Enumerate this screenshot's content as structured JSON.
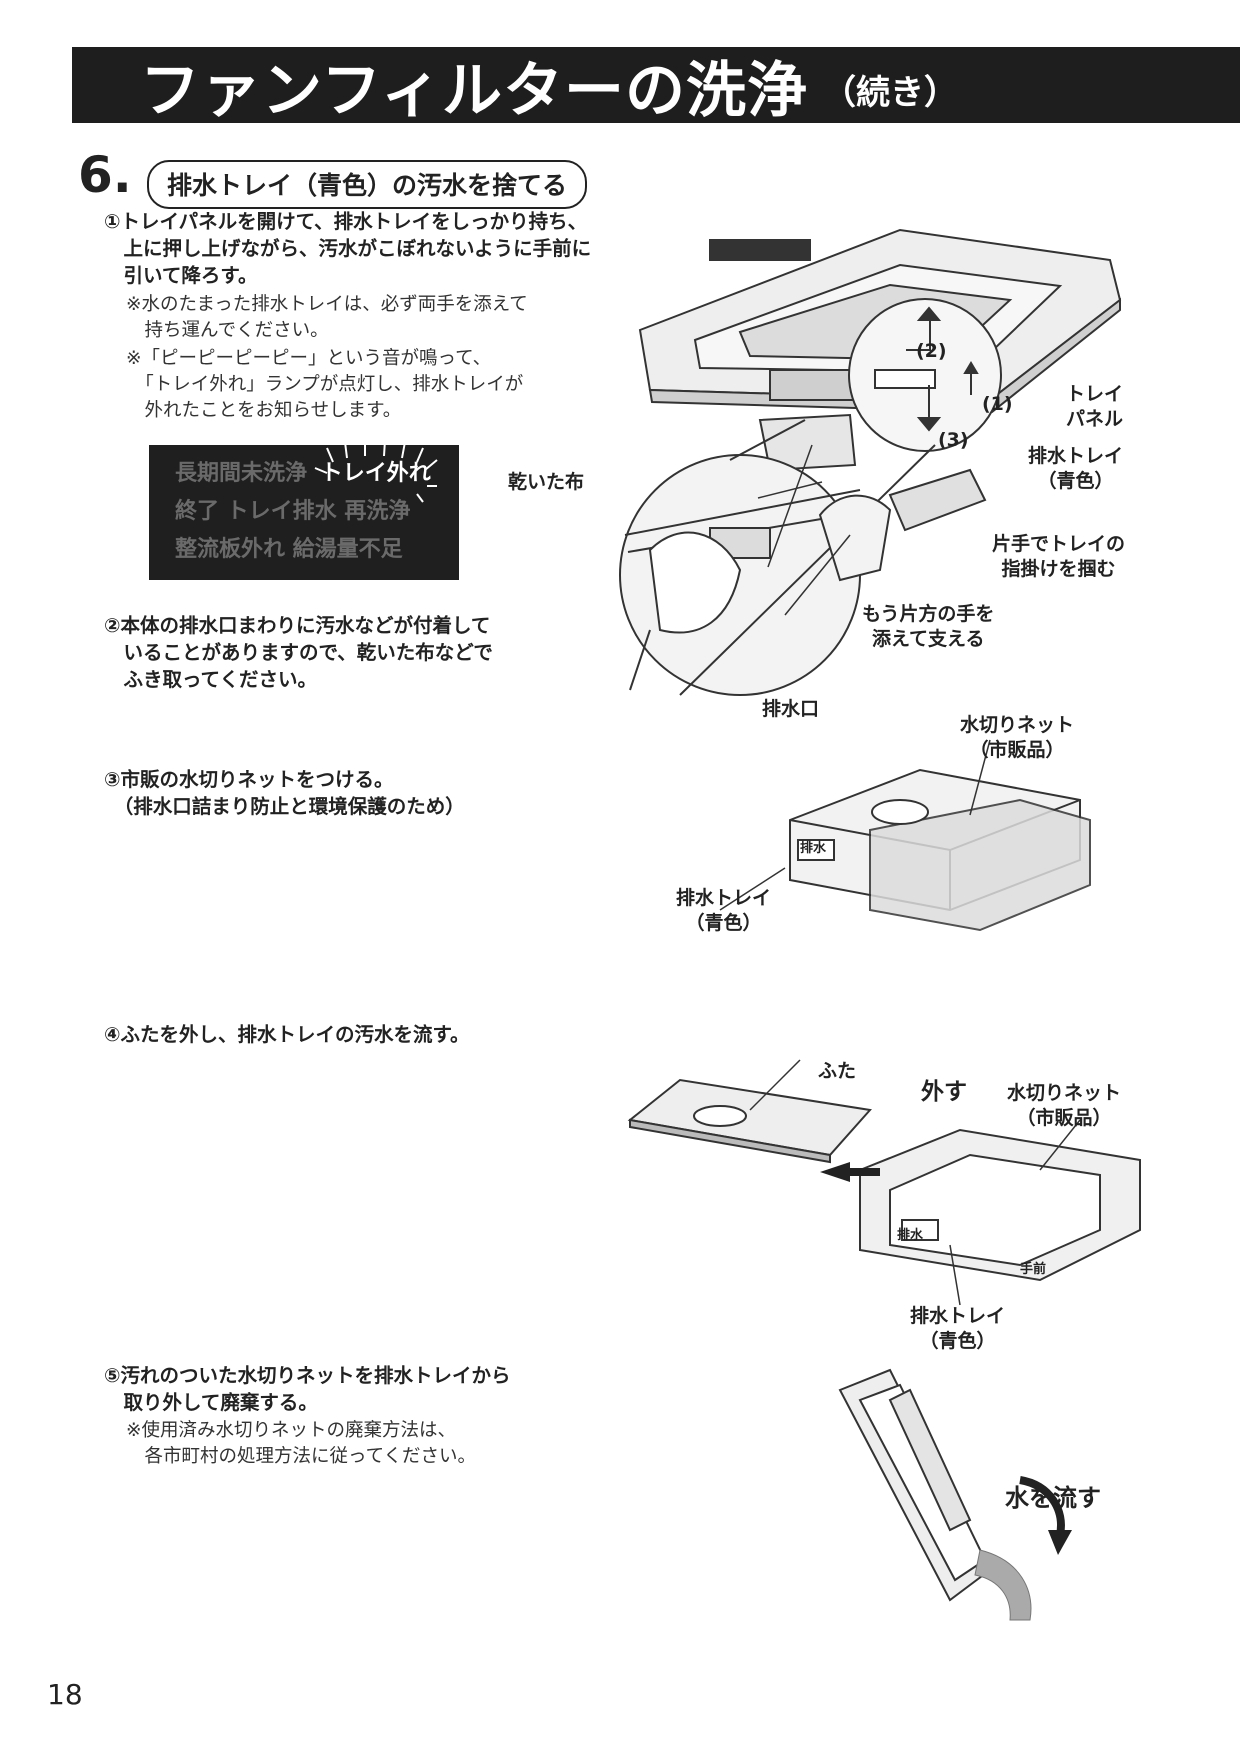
{
  "header": {
    "title": "ファンフィルターの洗浄",
    "subtitle": "（続き）"
  },
  "step": {
    "number": "6.",
    "title": "排水トレイ（青色）の汚水を捨てる"
  },
  "instructions": {
    "s1": "①トレイパネルを開けて、排水トレイをしっかり持ち、\n　上に押し上げながら、汚水がこぼれないように手前に\n　引いて降ろす。",
    "s1_note1": "※水のたまった排水トレイは、必ず両手を添えて\n　持ち運んでください。",
    "s1_note2": "※「ピーピーピーピー」という音が鳴って、\n　「トレイ外れ」ランプが点灯し、排水トレイが\n　外れたことをお知らせします。",
    "s2": "②本体の排水口まわりに汚水などが付着して\n　いることがありますので、乾いた布などで\n　ふき取ってください。",
    "s3": "③市販の水切りネットをつける。\n　（排水口詰まり防止と環境保護のため）",
    "s4": "④ふたを外し、排水トレイの汚水を流す。",
    "s5": "⑤汚れのついた水切りネットを排水トレイから\n　取り外して廃棄する。",
    "s5_note": "※使用済み水切りネットの廃棄方法は、\n　各市町村の処理方法に従ってください。"
  },
  "display_panel": {
    "row1_a": "長期間未洗浄",
    "row1_b": "トレイ外れ",
    "row2": "終了  トレイ排水  再洗浄",
    "row3": "整流板外れ  給湯量不足"
  },
  "labels": {
    "dry_cloth": "乾いた布",
    "tray_panel": "トレイ\nパネル",
    "drain_tray_1": "排水トレイ\n（青色）",
    "one_hand": "片手でトレイの\n指掛けを掴む",
    "other_hand": "もう片方の手を\n添えて支える",
    "drain_port": "排水口",
    "step_2": "(2)",
    "step_1": "(1)",
    "step_3": "(3)",
    "net_1": "水切りネット\n（市販品）",
    "drain_tray_2": "排水トレイ\n（青色）",
    "tray_mark": "排水",
    "grip_mark": "手前",
    "lid": "ふた",
    "remove": "外す",
    "net_2": "水切りネット\n（市販品）",
    "drain_tray_3": "排水トレイ\n（青色）",
    "pour": "水を流す"
  },
  "page_number": "18"
}
